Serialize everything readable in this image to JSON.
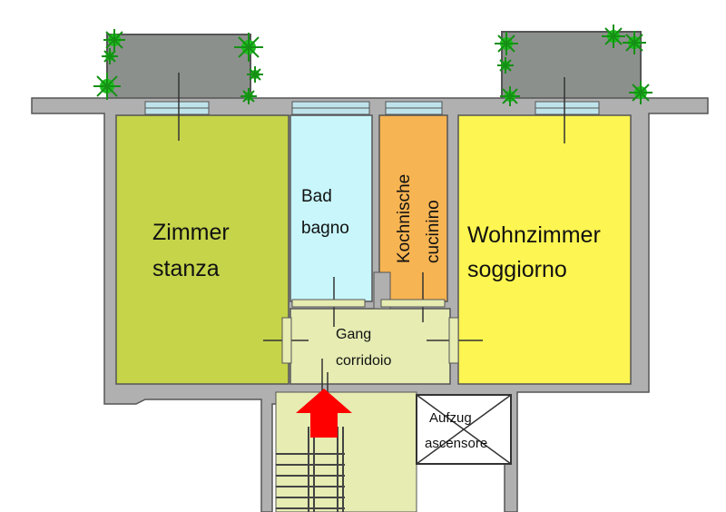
{
  "colors": {
    "wall": "#b0b0b0",
    "wall_edge": "#555555",
    "balcony": "#8c908d",
    "room_zimmer": "#c5d449",
    "room_bad": "#c8f6fb",
    "room_kochnische": "#f7b452",
    "room_wohnzimmer": "#fdf551",
    "room_gang": "#e6ecb2",
    "stair_area": "#e6ecb2",
    "window": "#bfe3ea",
    "plant": "#1fbf1f",
    "entrance_arrow": "#ff0000"
  },
  "rooms": {
    "zimmer": {
      "line1": "Zimmer",
      "line2": "stanza"
    },
    "bad": {
      "line1": "Bad",
      "line2": "bagno"
    },
    "kochnische": {
      "line1": "Kochnische",
      "line2": "cucinino"
    },
    "wohnzimmer": {
      "line1": "Wohnzimmer",
      "line2": "soggiorno"
    },
    "gang": {
      "line1": "Gang",
      "line2": "corridoio"
    },
    "aufzug": {
      "line1": "Aufzug",
      "line2": "ascensore"
    }
  },
  "icons": {
    "plant": "plant-icon",
    "entrance": "entrance-arrow-icon",
    "elevator": "elevator-shaft-icon"
  }
}
